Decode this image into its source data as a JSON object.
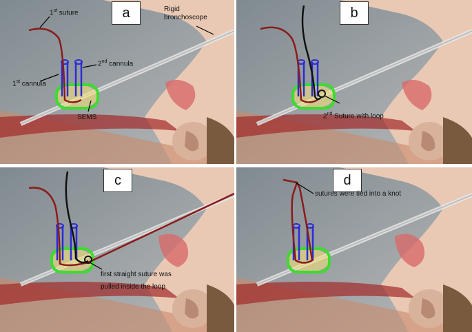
{
  "panels": [
    {
      "label": "a"
    },
    {
      "label": "b"
    },
    {
      "label": "c"
    },
    {
      "label": "d"
    }
  ],
  "annotations": {
    "a_suture1_num": "1",
    "a_suture1_sup": "st",
    "a_suture1_text": " suture",
    "a_cannula2_num": "2",
    "a_cannula2_sup": "nd",
    "a_cannula2_text": " cannula",
    "a_cannula1_num": "1",
    "a_cannula1_sup": "st",
    "a_cannula1_text": " cannula",
    "a_sems": "SEMS",
    "a_rigid_line1": "Rigid",
    "a_rigid_line2": "bronchoscope",
    "b_suture2_num": "2",
    "b_suture2_sup": "nd",
    "b_suture2_text": " Suture with loop",
    "c_line1": "first straight suture was",
    "c_line2": "pulled inside the loop",
    "d_text": "sutures were tied into a knot"
  },
  "colors": {
    "stent": "#3ddc2f",
    "cannula": "#2b2bd6",
    "suture_red": "#8b1a1a",
    "suture_black": "#111111"
  }
}
